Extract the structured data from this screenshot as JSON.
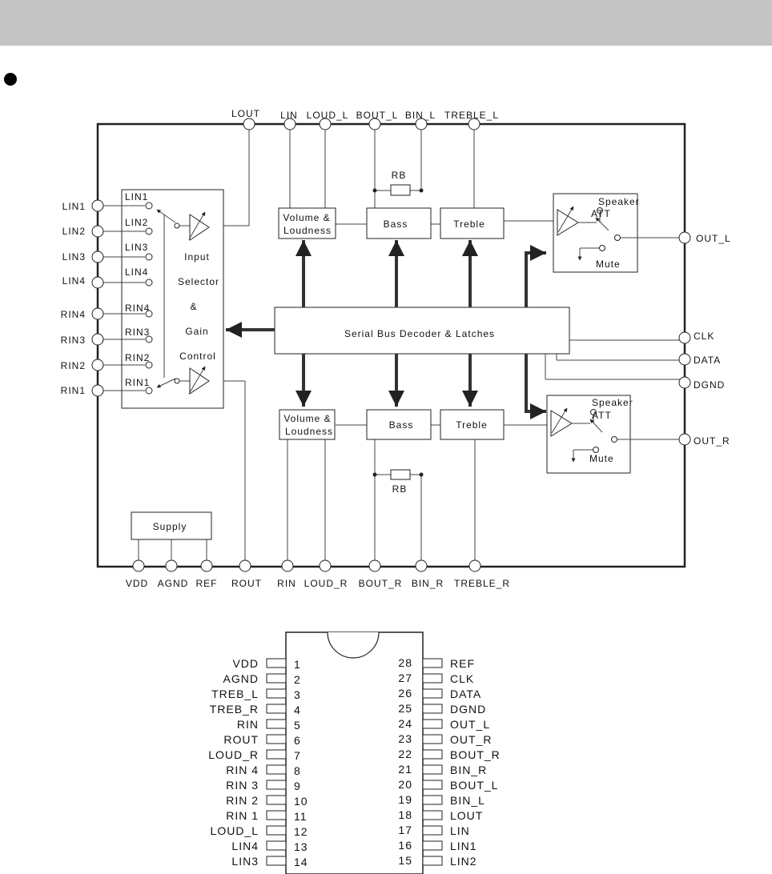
{
  "top_pins": [
    "LOUT",
    "LIN",
    "LOUD_L",
    "BOUT_L",
    "BIN_L",
    "TREBLE_L"
  ],
  "bottom_pins": [
    "VDD",
    "AGND",
    "REF",
    "ROUT",
    "RIN",
    "LOUD_R",
    "BOUT_R",
    "BIN_R",
    "TREBLE_R"
  ],
  "left_pins": [
    "LIN1",
    "LIN2",
    "LIN3",
    "LIN4",
    "RIN4",
    "RIN3",
    "RIN2",
    "RIN1"
  ],
  "right_pins": [
    "OUT_L",
    "CLK",
    "DATA",
    "DGND",
    "OUT_R"
  ],
  "selector": {
    "inner_labels": [
      "LIN1",
      "LIN2",
      "LIN3",
      "LIN4",
      "RIN4",
      "RIN3",
      "RIN2",
      "RIN1"
    ],
    "title_lines": [
      "Input",
      "Selector",
      "&",
      "Gain",
      "Control"
    ]
  },
  "blocks": {
    "vol_line1": "Volume &",
    "vol_line2": "Loudness",
    "bass": "Bass",
    "treble": "Treble",
    "rb": "RB",
    "decoder": "Serial Bus Decoder & Latches",
    "supply": "Supply",
    "speaker_line1": "Speaker",
    "speaker_line2": "ATT",
    "mute": "Mute"
  },
  "package_pins": {
    "left": [
      {
        "num": "1",
        "name": "VDD"
      },
      {
        "num": "2",
        "name": "AGND"
      },
      {
        "num": "3",
        "name": "TREB_L"
      },
      {
        "num": "4",
        "name": "TREB_R"
      },
      {
        "num": "5",
        "name": "RIN"
      },
      {
        "num": "6",
        "name": "ROUT"
      },
      {
        "num": "7",
        "name": "LOUD_R"
      },
      {
        "num": "8",
        "name": "RIN 4"
      },
      {
        "num": "9",
        "name": "RIN 3"
      },
      {
        "num": "10",
        "name": "RIN 2"
      },
      {
        "num": "11",
        "name": "RIN 1"
      },
      {
        "num": "12",
        "name": "LOUD_L"
      },
      {
        "num": "13",
        "name": "LIN4"
      },
      {
        "num": "14",
        "name": "LIN3"
      }
    ],
    "right": [
      {
        "num": "28",
        "name": "REF"
      },
      {
        "num": "27",
        "name": "CLK"
      },
      {
        "num": "26",
        "name": "DATA"
      },
      {
        "num": "25",
        "name": "DGND"
      },
      {
        "num": "24",
        "name": "OUT_L"
      },
      {
        "num": "23",
        "name": "OUT_R"
      },
      {
        "num": "22",
        "name": "BOUT_R"
      },
      {
        "num": "21",
        "name": "BIN_R"
      },
      {
        "num": "20",
        "name": "BOUT_L"
      },
      {
        "num": "19",
        "name": "BIN_L"
      },
      {
        "num": "18",
        "name": "LOUT"
      },
      {
        "num": "17",
        "name": "LIN"
      },
      {
        "num": "16",
        "name": "LIN1"
      },
      {
        "num": "15",
        "name": "LIN2"
      }
    ]
  }
}
